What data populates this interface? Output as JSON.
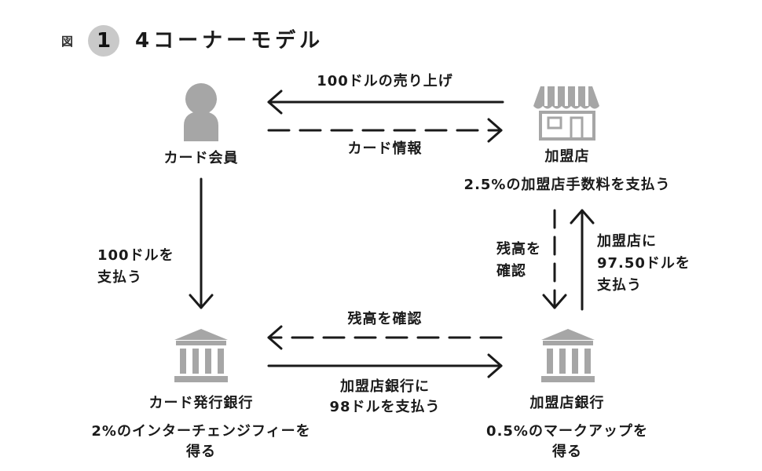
{
  "figure": {
    "tag": "図",
    "number": "1",
    "title": "4コーナーモデル"
  },
  "nodes": {
    "member": {
      "label": "カード会員",
      "icon": "person-icon"
    },
    "merchant": {
      "label": "加盟店",
      "note": "2.5%の加盟店手数料を支払う",
      "icon": "store-icon"
    },
    "issuer": {
      "label": "カード発行銀行",
      "note_lines": [
        "2%のインターチェンジフィーを",
        "得る"
      ],
      "icon": "bank-icon"
    },
    "acquirer": {
      "label": "加盟店銀行",
      "note_lines": [
        "0.5%のマークアップを",
        "得る"
      ],
      "icon": "bank-icon"
    }
  },
  "edges": {
    "sale": {
      "label": "100ドルの売り上げ"
    },
    "card_info": {
      "label": "カード情報"
    },
    "member_pays": {
      "label_lines": [
        "100ドルを",
        "支払う"
      ]
    },
    "confirm_balance_left": {
      "label": "残高を確認"
    },
    "issuer_pays": {
      "label_lines": [
        "加盟店銀行に",
        "98ドルを支払う"
      ]
    },
    "confirm_balance_right": {
      "label_lines": [
        "残高を",
        "確認"
      ]
    },
    "acquirer_pays": {
      "label_lines": [
        "加盟店に",
        "97.50ドルを",
        "支払う"
      ]
    }
  },
  "colors": {
    "icon_gray": "#a6a6a6",
    "line": "#1a1a1a",
    "badge": "#c9c9c9"
  }
}
